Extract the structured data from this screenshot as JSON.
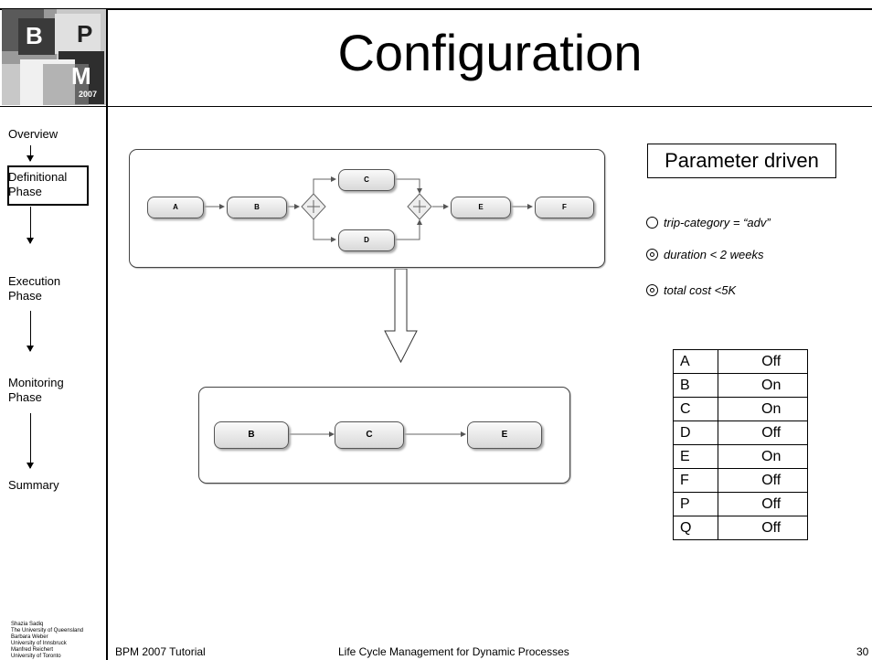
{
  "logo": {
    "letters": [
      "B",
      "P",
      "M"
    ],
    "year": "2007"
  },
  "title": "Configuration",
  "sidebar": {
    "items": [
      {
        "label": "Overview"
      },
      {
        "label": "Definitional Phase"
      },
      {
        "label": "Execution Phase"
      },
      {
        "label": "Monitoring Phase"
      },
      {
        "label": "Summary"
      }
    ],
    "active": "Definitional Phase",
    "credits": [
      "Shazia Sadiq",
      "The University of Queensland",
      "Barbara Weber",
      "University of Innsbruck",
      "Manfred Reichert",
      "University of Toronto"
    ]
  },
  "diagram": {
    "full_process": [
      "A",
      "B",
      "C",
      "D",
      "E",
      "F"
    ],
    "configured_process": [
      "B",
      "C",
      "E"
    ]
  },
  "parameter_box": "Parameter driven",
  "conditions": [
    {
      "text": "trip-category = “adv”",
      "selected": false
    },
    {
      "text": "duration < 2 weeks",
      "selected": true
    },
    {
      "text": "total cost <5K",
      "selected": true
    }
  ],
  "status_table": [
    {
      "activity": "A",
      "state": "Off"
    },
    {
      "activity": "B",
      "state": "On"
    },
    {
      "activity": "C",
      "state": "On"
    },
    {
      "activity": "D",
      "state": "Off"
    },
    {
      "activity": "E",
      "state": "On"
    },
    {
      "activity": "F",
      "state": "Off"
    },
    {
      "activity": "P",
      "state": "Off"
    },
    {
      "activity": "Q",
      "state": "Off"
    }
  ],
  "footer": {
    "left": "BPM 2007 Tutorial",
    "center": "Life Cycle Management for Dynamic Processes",
    "page": "30"
  }
}
